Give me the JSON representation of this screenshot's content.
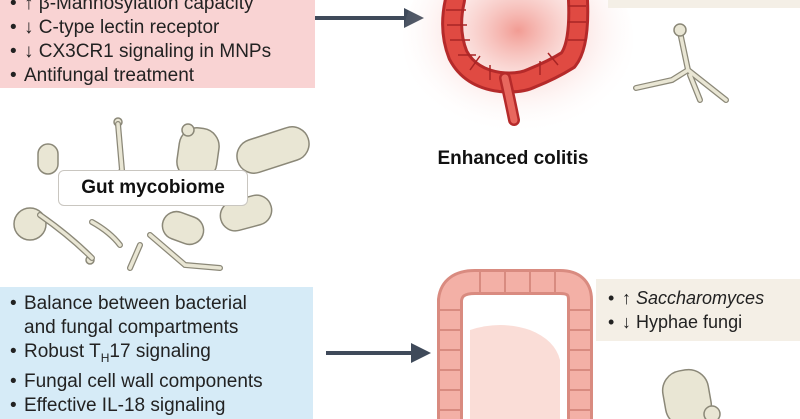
{
  "top_panel": {
    "items": [
      "↑ β-Mannosylation capacity",
      "↓ C-type lectin receptor",
      "↓ CX3CR1 signaling in MNPs",
      "Antifungal treatment"
    ]
  },
  "gut_label": "Gut mycobiome",
  "outcome_label": "Enhanced colitis",
  "bottom_panel": {
    "items": [
      "Balance between bacterial",
      "and fungal compartments",
      "Robust T",
      "H",
      "17 signaling",
      "Fungal cell wall components",
      "Effective IL-18 signaling"
    ]
  },
  "right_panel": {
    "items": [
      "↑",
      "Saccharomyces",
      "↓ Hyphae fungi"
    ]
  },
  "colors": {
    "pink_panel": "#f9d3d3",
    "blue_panel": "#d6ebf7",
    "beige_panel": "#f4efe6",
    "arrow": "#3f4a5a",
    "inflamed_colon": "#d9443f",
    "healthy_colon": "#f3b0a6",
    "fungi": "#e9e6d4"
  },
  "icons": [
    "arrow-right-icon",
    "inflamed-colon-icon",
    "healthy-colon-icon",
    "fungal-cell-icon",
    "hyphae-icon"
  ]
}
